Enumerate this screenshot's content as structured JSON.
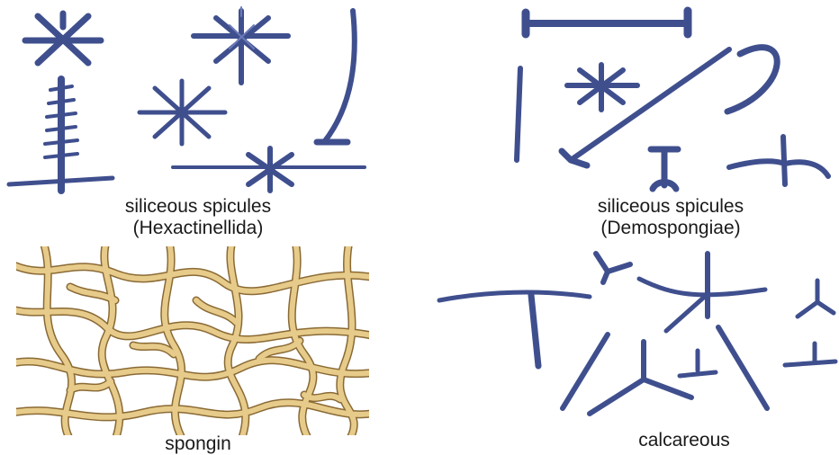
{
  "colors": {
    "spicule": "#3f4f8e",
    "spicule_dark": "#2b3670",
    "spongin_fill": "#e7cb8a",
    "spongin_edge": "#8a6a35",
    "background": "#ffffff"
  },
  "panels": {
    "hexactinellida": {
      "caption_line1": "siliceous spicules",
      "caption_line2": "(Hexactinellida)"
    },
    "demospongiae": {
      "caption_line1": "siliceous spicules",
      "caption_line2": "(Demospongiae)"
    },
    "spongin": {
      "caption": "spongin"
    },
    "calcareous": {
      "caption": "calcareous"
    }
  }
}
